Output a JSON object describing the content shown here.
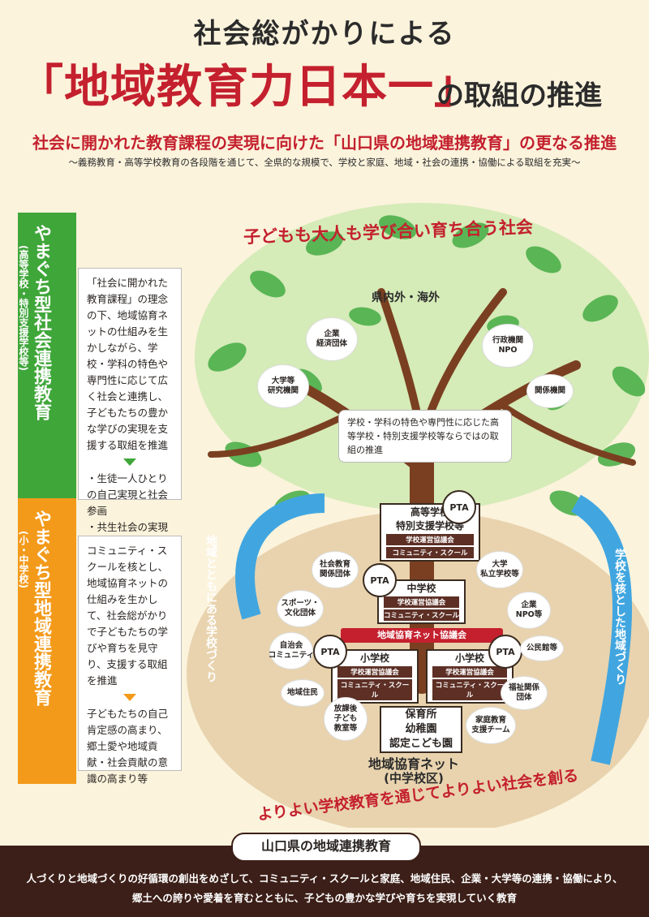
{
  "header": {
    "title_line1": "社会総がかりによる",
    "title_main": "「地域教育力日本一」",
    "title_suffix": "の取組の推進",
    "subtitle": "社会に開かれた教育課程の実現に向けた「山口県の地域連携教育」の更なる推進",
    "subnote": "〜義務教育・高等学校教育の各段階を通じて、全県的な規模で、学校と家庭、地域・社会の連携・協働による取組を充実〜"
  },
  "tree": {
    "canopy_label": "子どもも大人も学び合い育ち合う社会",
    "region_label": "県内外・海外",
    "outer_bubbles": [
      "企業\n経済団体",
      "大学等\n研究機関",
      "行政機関\nNPO",
      "関係機関"
    ],
    "center_note": "学校・学科の特色や専門性に応じた高等学校・特別支援学校等ならではの取組の推進",
    "left_arc": "地域とともにある学校づくり",
    "right_arc": "学校を核とした地域づくり",
    "bottom_arc": "よりよい学校教育を通じてよりよい社会を創る",
    "network_label": "地域協育ネット",
    "network_sub": "(中学校区)",
    "council": "地域協育ネット協議会",
    "pta": "PTA",
    "schools": {
      "high": {
        "name1": "高等学校",
        "name2": "特別支援学校等",
        "bar1": "学校運営協議会",
        "bar2": "コミュニティ・スクール"
      },
      "middle": {
        "name": "中学校",
        "bar1": "学校運営協議会",
        "bar2": "コミュニティ・スクール"
      },
      "elem_left": {
        "name": "小学校",
        "bar1": "学校運営協議会",
        "bar2": "コミュニティ・スクール"
      },
      "elem_right": {
        "name": "小学校",
        "bar1": "学校運営協議会",
        "bar2": "コミュニティ・スクール"
      },
      "preschool": {
        "name1": "保育所",
        "name2": "幼稚園",
        "name3": "認定こども園"
      }
    },
    "ground_bubbles": {
      "social_ed": "社会教育\n関係団体",
      "sports": "スポーツ・\n文化団体",
      "jichikai": "自治会\nコミュニティ",
      "residents": "地域住民",
      "afterschool": "放課後\n子ども\n教室等",
      "univ": "大学\n私立学校等",
      "company": "企業\nNPO等",
      "kominkan": "公民館等",
      "welfare": "福祉関係\n団体",
      "family": "家庭教育\n支援チーム"
    }
  },
  "left_panel": {
    "social": {
      "title": "やまぐち型社会連携教育",
      "sub": "(高等学校・特別支援学校等)",
      "text": "「社会に開かれた教育課程」の理念の下、地域協育ネットの仕組みを生かしながら、学校・学科の特色や専門性に応じて広く社会と連携し、子どもたちの豊かな学びの実現を支援する取組を推進",
      "result1": "・生徒一人ひとりの自己実現と社会参画",
      "result2": "・共生社会の実現"
    },
    "regional": {
      "title": "やまぐち型地域連携教育",
      "sub": "(小・中学校)",
      "text": "コミュニティ・スクールを核とし、地域協育ネットの仕組みを生かして、社会総がかりで子どもたちの学びや育ちを見守り、支援する取組を推進",
      "result": "子どもたちの自己肯定感の高まり、郷土愛や地域貢献・社会貢献の意識の高まり等"
    }
  },
  "footer": {
    "label": "山口県の地域連携教育",
    "line1": "人づくりと地域づくりの好循環の創出をめざして、コミュニティ・スクールと家庭、地域住民、企業・大学等の連携・協働により、",
    "line2": "郷土への誇りや愛着を育むとともに、子どもの豊かな学びや育ちを実現していく教育"
  },
  "colors": {
    "red": "#c4202e",
    "green": "#3fa639",
    "orange": "#f39a1b",
    "brown": "#5d2f25",
    "sky": "#41a6e0"
  }
}
